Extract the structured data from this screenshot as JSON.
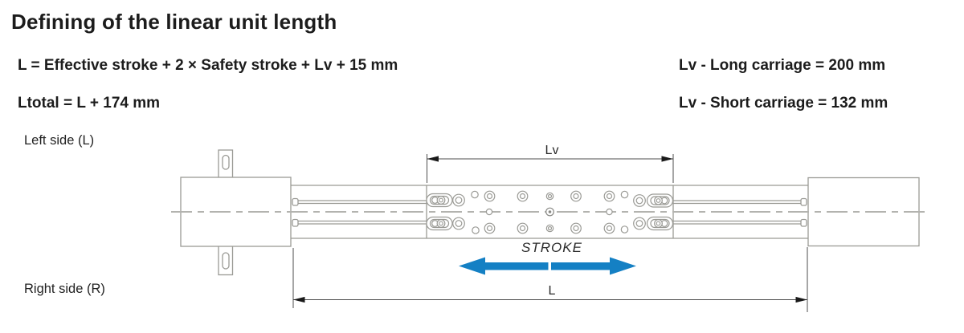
{
  "title": "Defining of the linear unit length",
  "formulas": {
    "line1": "L = Effective stroke + 2 × Safety stroke + Lv + 15 mm",
    "line2": "Ltotal = L + 174 mm"
  },
  "carriage_legend": {
    "long": "Lv - Long carriage = 200 mm",
    "short": "Lv - Short carriage = 132 mm"
  },
  "side_labels": {
    "left": "Left side (L)",
    "right": "Right side (R)"
  },
  "diagram": {
    "dim_lv_label": "Lv",
    "dim_l_label": "L",
    "stroke_label": "STROKE",
    "colors": {
      "stroke_arrow_blue": "#1480c4",
      "drawing_outline_gray": "#9a9a95",
      "centerline_gray": "#b3b3af",
      "dimension_gray": "#4d4d4d",
      "text_black": "#1c1c1c"
    }
  }
}
